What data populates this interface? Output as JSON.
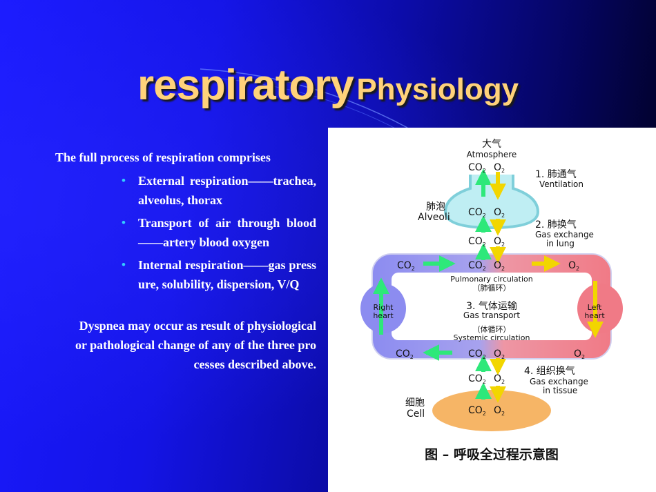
{
  "title": {
    "word1": "respiratory",
    "word2": "Physiology"
  },
  "intro": "The full process of respiration comprises",
  "bullets": [
    {
      "text": "External respiration——trachea, alveolus, thorax"
    },
    {
      "text": "Transport of air through blood——artery blood oxygen"
    },
    {
      "text": "Internal respiration——gas pressure, solubility, dispersion, V/Q"
    }
  ],
  "closing": "Dyspnea may occur as result of physiological or pathological change of any of the three processes described above.",
  "figure": {
    "atmosphere_cn": "大气",
    "atmosphere_en": "Atmosphere",
    "step1_cn": "1. 肺通气",
    "step1_en": "Ventilation",
    "alveoli_cn": "肺泡",
    "alveoli_en": "Alveoli",
    "step2_cn": "2. 肺换气",
    "step2_en_line1": "Gas exchange",
    "step2_en_line2": "in lung",
    "pulmonary_en": "Pulmonary circulation",
    "pulmonary_cn": "（肺循环）",
    "right_heart_line1": "Right",
    "right_heart_line2": "heart",
    "left_heart_line1": "Left",
    "left_heart_line2": "heart",
    "step3_cn": "3. 气体运输",
    "step3_en": "Gas transport",
    "systemic_cn": "（体循环）",
    "systemic_en": "Systemic circulation",
    "step4_cn": "4. 组织换气",
    "step4_en_line1": "Gas exchange",
    "step4_en_line2": "in tissue",
    "cell_cn": "细胞",
    "cell_en": "Cell",
    "co2": "CO",
    "o2": "O",
    "sub2": "2",
    "caption": "图 – 呼吸全过程示意图"
  },
  "colors": {
    "title": "#ffd27a",
    "bullet": "#33ccff",
    "loop_left": "#8c8cf0",
    "loop_right": "#f07a86",
    "alveoli": "#bfeef3",
    "cell": "#f6b566",
    "arrow_green": "#2ee87a",
    "arrow_yellow": "#f2d600"
  }
}
